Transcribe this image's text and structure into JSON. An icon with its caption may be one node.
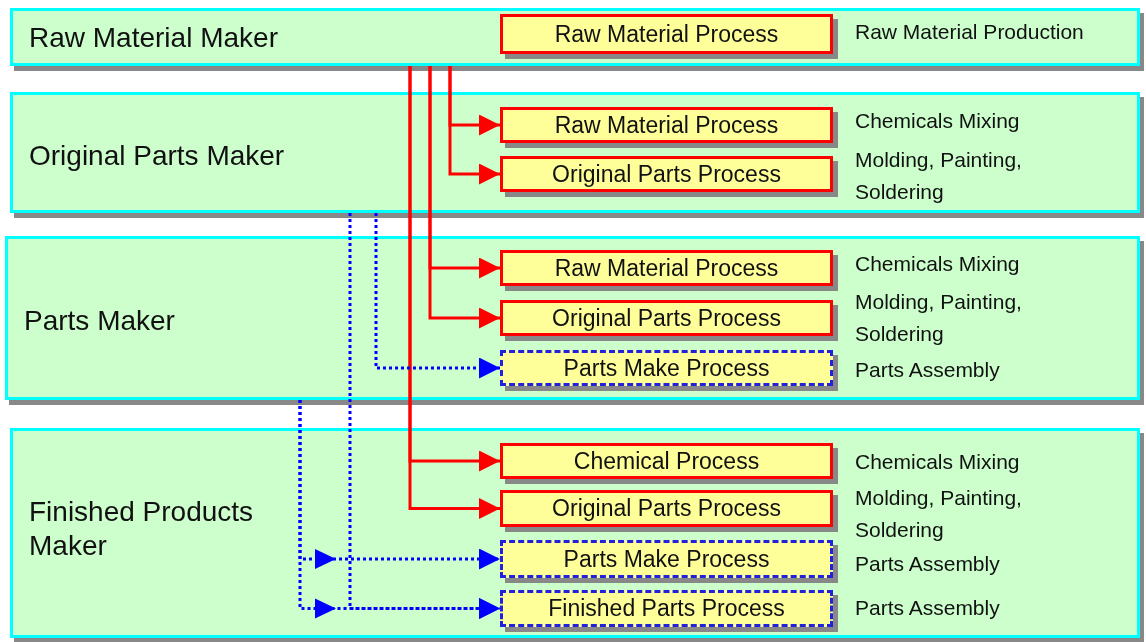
{
  "diagram": {
    "nodes": [
      {
        "text": [
          "Raw Material Maker"
        ]
      },
      {
        "text": [
          "Raw Material Process"
        ],
        "in": 0,
        "beside": [
          "Raw Material Production"
        ]
      },
      {
        "text": [
          "Original Parts Maker"
        ]
      },
      {
        "text": [
          "Raw Material Process"
        ],
        "in": 2,
        "beside": [
          "Chemicals Mixing"
        ]
      },
      {
        "text": [
          "Original Parts Process"
        ],
        "in": 2,
        "beside": [
          "Molding, Painting, Soldering"
        ]
      },
      {
        "text": [
          "Parts Maker"
        ]
      },
      {
        "text": [
          "Raw Material Process"
        ],
        "in": 5,
        "beside": [
          "Chemicals Mixing"
        ]
      },
      {
        "text": [
          "Original Parts Process"
        ],
        "in": 5,
        "beside": [
          "Molding, Painting, Soldering"
        ]
      },
      {
        "text": [
          "Parts Make Process"
        ],
        "in": 5,
        "beside": [
          "Parts Assembly"
        ]
      },
      {
        "text": [
          "Finished Products Maker"
        ]
      },
      {
        "text": [
          "Chemical Process"
        ],
        "in": 9,
        "beside": [
          "Chemicals Mixing"
        ]
      },
      {
        "text": [
          "Original Parts Process"
        ],
        "in": 9,
        "beside": [
          "Molding, Painting, Soldering"
        ]
      },
      {
        "text": [
          "Parts Make Process"
        ],
        "in": 9,
        "beside": [
          "Parts Assembly"
        ]
      },
      {
        "text": [
          "Finished Parts Process"
        ],
        "in": 9,
        "beside": [
          "Parts Assembly"
        ]
      }
    ],
    "edges": [
      {
        "from": 0,
        "to": 3,
        "arrow": "to",
        "color": "#ff0000"
      },
      {
        "from": 0,
        "to": 4,
        "arrow": "to",
        "color": "#ff0000"
      },
      {
        "from": 0,
        "to": 6,
        "arrow": "to",
        "color": "#ff0000"
      },
      {
        "from": 0,
        "to": 7,
        "arrow": "to",
        "color": "#ff0000"
      },
      {
        "from": 0,
        "to": 10,
        "arrow": "to",
        "color": "#ff0000"
      },
      {
        "from": 0,
        "to": 11,
        "arrow": "to",
        "color": "#ff0000"
      },
      {
        "from": 2,
        "to": 8,
        "arrow": "to",
        "style": "dashed",
        "color": "#0000ff"
      },
      {
        "from": 2,
        "to": 13,
        "arrow": "to",
        "style": "dashed",
        "color": "#0000ff"
      },
      {
        "from": 5,
        "to": 12,
        "arrow": "to",
        "style": "dashed",
        "color": "#0000ff"
      },
      {
        "from": 5,
        "to": 13,
        "arrow": "to",
        "style": "dashed",
        "color": "#0000ff"
      }
    ]
  }
}
